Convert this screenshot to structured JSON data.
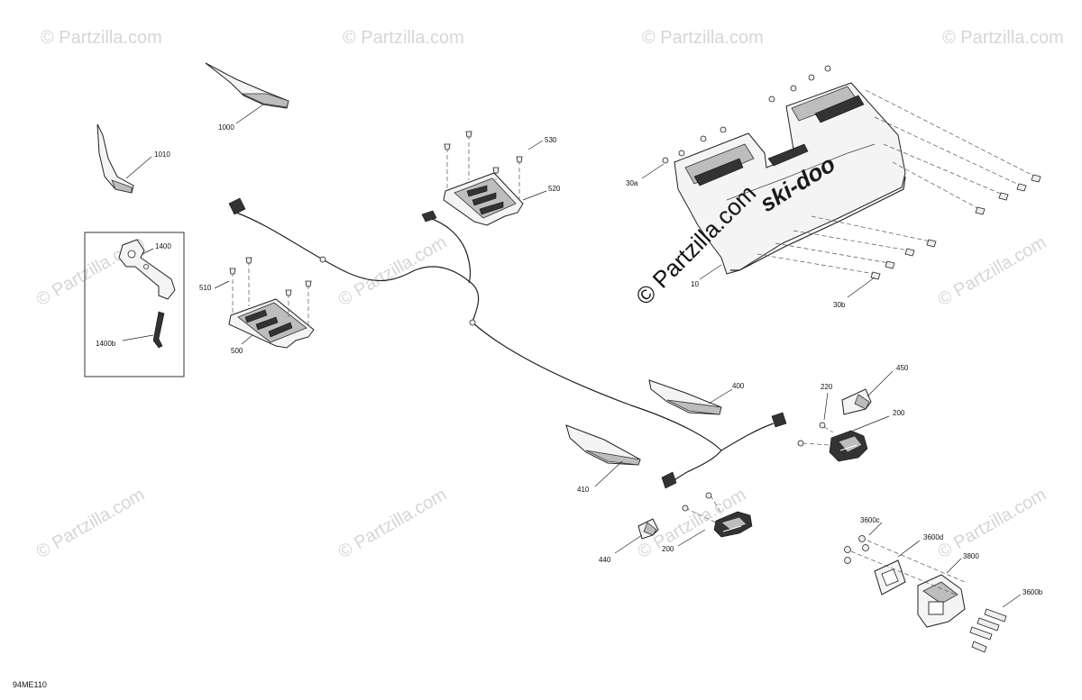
{
  "diagram_code": "94ME110",
  "watermark_text": "© Partzilla.com",
  "brand_logo": "ski-doo",
  "part_labels": {
    "p1000": "1000",
    "p1010": "1010",
    "p1400": "1400",
    "p1400b": "1400b",
    "p530": "530",
    "p520": "520",
    "p510": "510",
    "p500": "500",
    "p30a": "30a",
    "p10": "10",
    "p30b": "30b",
    "p400": "400",
    "p410": "410",
    "p450": "450",
    "p220": "220",
    "p200_upper": "200",
    "p200_lower": "200",
    "p440": "440",
    "p3600c": "3600c",
    "p3600d": "3600d",
    "p3800": "3800",
    "p3600b": "3600b"
  }
}
